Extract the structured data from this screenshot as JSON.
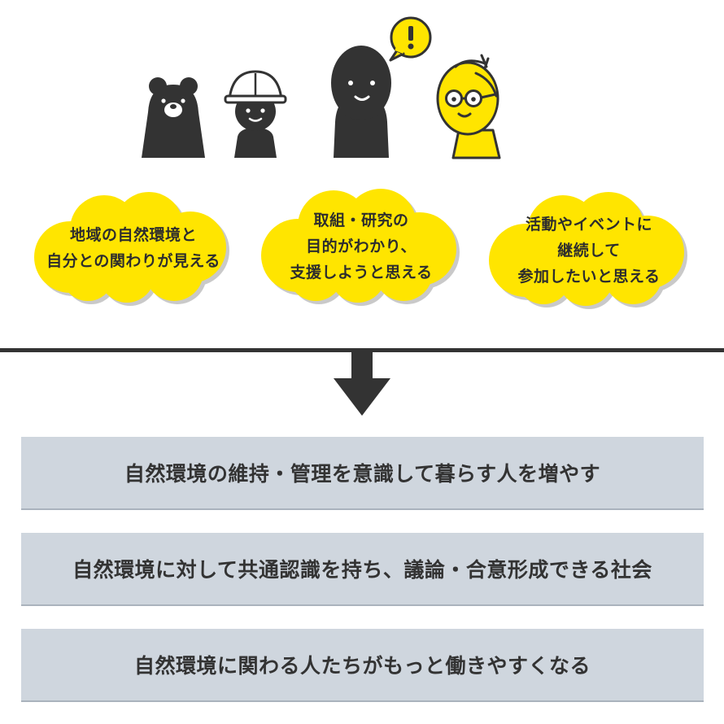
{
  "clouds": [
    {
      "lines": [
        "地域の自然環境と",
        "自分との関わりが見える"
      ]
    },
    {
      "lines": [
        "取組・研究の",
        "目的がわかり、",
        "支援しようと思える"
      ]
    },
    {
      "lines": [
        "活動やイベントに",
        "継続して",
        "参加したいと思える"
      ]
    }
  ],
  "speech_bubble": {
    "mark": "!"
  },
  "outcomes": [
    {
      "label": "自然環境の維持・管理を意識して暮らす人を増やす"
    },
    {
      "label": "自然環境に対して共通認識を持ち、議論・合意形成できる社会"
    },
    {
      "label": "自然環境に関わる人たちがもっと働きやすくなる"
    }
  ],
  "colors": {
    "accent_yellow": "#ffe500",
    "character_dark": "#333333",
    "outcome_box": "#cfd6de",
    "divider": "#333333"
  },
  "icons": [
    "bear-icon",
    "helmet-person-icon",
    "person-icon",
    "speech-bubble-icon",
    "glasses-person-icon",
    "down-arrow-icon"
  ]
}
